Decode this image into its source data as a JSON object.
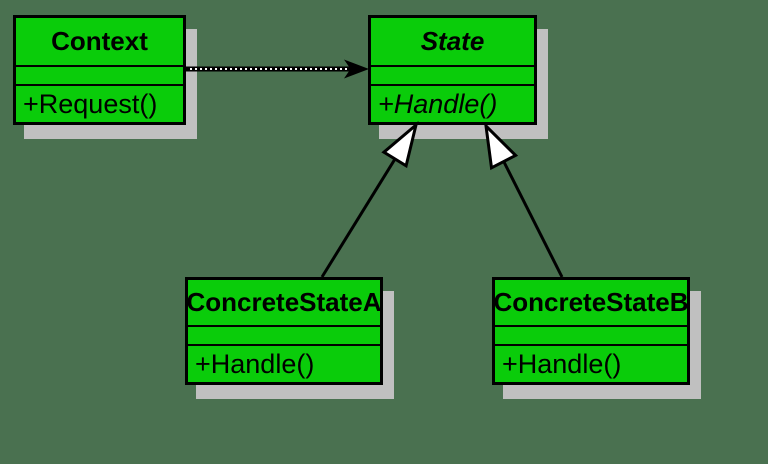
{
  "diagram": {
    "kind": "uml-class-diagram",
    "pattern_name": "State",
    "classes": [
      {
        "id": "context",
        "name": "Context",
        "abstract": false,
        "attributes": [],
        "methods": [
          "+Request()"
        ]
      },
      {
        "id": "state",
        "name": "State",
        "abstract": true,
        "attributes": [],
        "methods": [
          "+Handle()"
        ]
      },
      {
        "id": "concrete-state-a",
        "name": "ConcreteStateA",
        "abstract": false,
        "attributes": [],
        "methods": [
          "+Handle()"
        ]
      },
      {
        "id": "concrete-state-b",
        "name": "ConcreteStateB",
        "abstract": false,
        "attributes": [],
        "methods": [
          "+Handle()"
        ]
      }
    ],
    "relationships": [
      {
        "type": "association",
        "from": "Context",
        "to": "State"
      },
      {
        "type": "generalization",
        "from": "ConcreteStateA",
        "to": "State"
      },
      {
        "type": "generalization",
        "from": "ConcreteStateB",
        "to": "State"
      }
    ]
  },
  "theme": {
    "bg": "#4A7150",
    "fill": "#0ACC0A",
    "line": "#000000",
    "text": "#000000",
    "shadow": "#C0C0C0",
    "triangle_fill": "#FFFFFF"
  }
}
